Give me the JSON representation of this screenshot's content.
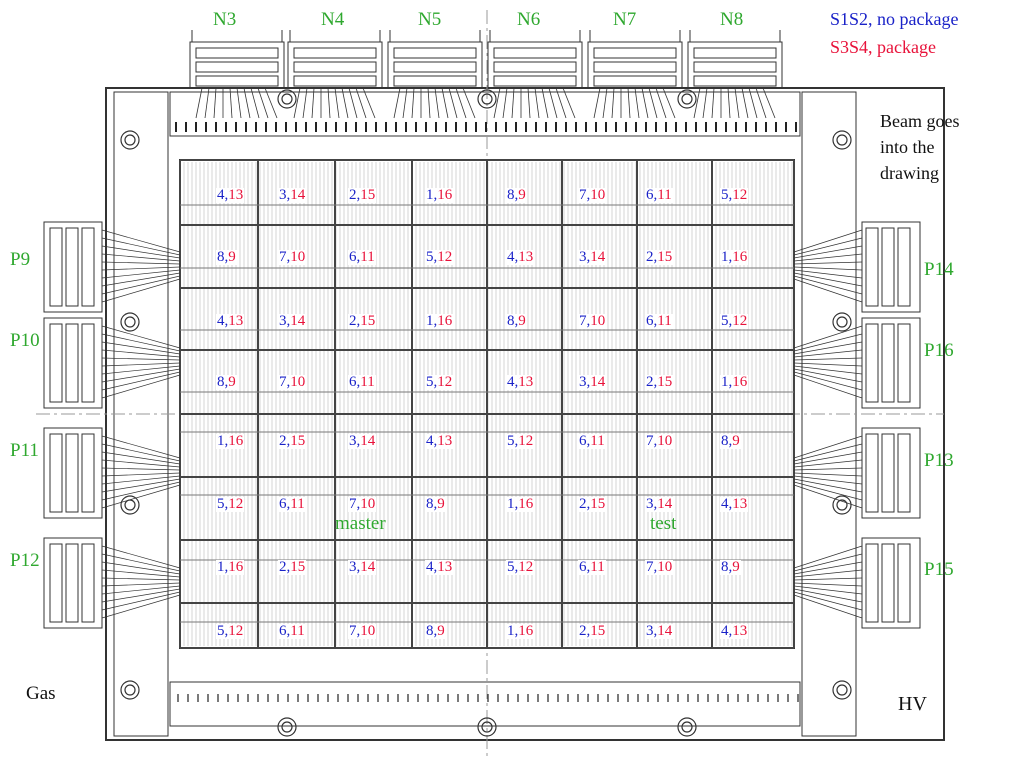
{
  "top_connectors": [
    "N3",
    "N4",
    "N5",
    "N6",
    "N7",
    "N8"
  ],
  "left_connectors": [
    "P9",
    "P10",
    "P11",
    "P12"
  ],
  "right_connectors": [
    "P14",
    "P16",
    "P13",
    "P15"
  ],
  "legend": {
    "line1": "S1S2, no package",
    "line2": "S3S4, package",
    "blue_color": "#1a22c8",
    "red_color": "#e8123a"
  },
  "beam_note": [
    "Beam goes",
    "into the",
    "drawing"
  ],
  "gas_label": "Gas",
  "hv_label": "HV",
  "master_label": "master",
  "test_label": "test",
  "grid_rows": [
    [
      [
        "4",
        "13"
      ],
      [
        "3",
        "14"
      ],
      [
        "2",
        "15"
      ],
      [
        "1",
        "16"
      ],
      [
        "8",
        "9"
      ],
      [
        "7",
        "10"
      ],
      [
        "6",
        "11"
      ],
      [
        "5",
        "12"
      ]
    ],
    [
      [
        "8",
        "9"
      ],
      [
        "7",
        "10"
      ],
      [
        "6",
        "11"
      ],
      [
        "5",
        "12"
      ],
      [
        "4",
        "13"
      ],
      [
        "3",
        "14"
      ],
      [
        "2",
        "15"
      ],
      [
        "1",
        "16"
      ]
    ],
    [
      [
        "4",
        "13"
      ],
      [
        "3",
        "14"
      ],
      [
        "2",
        "15"
      ],
      [
        "1",
        "16"
      ],
      [
        "8",
        "9"
      ],
      [
        "7",
        "10"
      ],
      [
        "6",
        "11"
      ],
      [
        "5",
        "12"
      ]
    ],
    [
      [
        "8",
        "9"
      ],
      [
        "7",
        "10"
      ],
      [
        "6",
        "11"
      ],
      [
        "5",
        "12"
      ],
      [
        "4",
        "13"
      ],
      [
        "3",
        "14"
      ],
      [
        "2",
        "15"
      ],
      [
        "1",
        "16"
      ]
    ],
    [
      [
        "1",
        "16"
      ],
      [
        "2",
        "15"
      ],
      [
        "3",
        "14"
      ],
      [
        "4",
        "13"
      ],
      [
        "5",
        "12"
      ],
      [
        "6",
        "11"
      ],
      [
        "7",
        "10"
      ],
      [
        "8",
        "9"
      ]
    ],
    [
      [
        "5",
        "12"
      ],
      [
        "6",
        "11"
      ],
      [
        "7",
        "10"
      ],
      [
        "8",
        "9"
      ],
      [
        "1",
        "16"
      ],
      [
        "2",
        "15"
      ],
      [
        "3",
        "14"
      ],
      [
        "4",
        "13"
      ]
    ],
    [
      [
        "1",
        "16"
      ],
      [
        "2",
        "15"
      ],
      [
        "3",
        "14"
      ],
      [
        "4",
        "13"
      ],
      [
        "5",
        "12"
      ],
      [
        "6",
        "11"
      ],
      [
        "7",
        "10"
      ],
      [
        "8",
        "9"
      ]
    ],
    [
      [
        "5",
        "12"
      ],
      [
        "6",
        "11"
      ],
      [
        "7",
        "10"
      ],
      [
        "8",
        "9"
      ],
      [
        "1",
        "16"
      ],
      [
        "2",
        "15"
      ],
      [
        "3",
        "14"
      ],
      [
        "4",
        "13"
      ]
    ]
  ]
}
